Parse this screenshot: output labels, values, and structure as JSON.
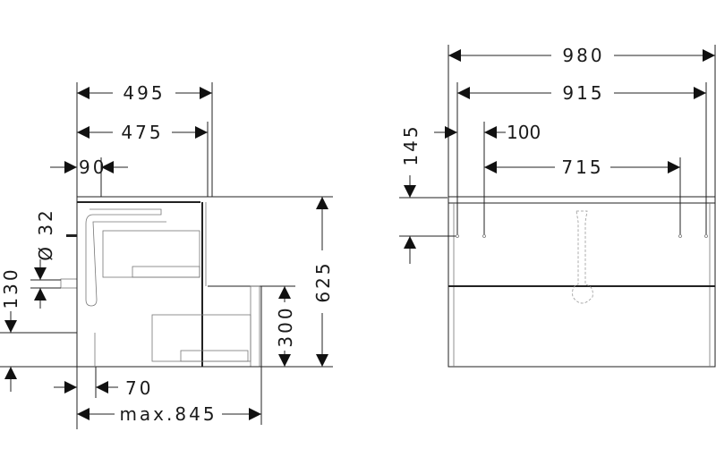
{
  "side_view": {
    "dims": {
      "overall_depth": "495",
      "body_depth": "475",
      "wall_offset": "90",
      "drain_diameter": "Ø 32",
      "drain_height_offset": "130",
      "height": "625",
      "drawer_height": "300",
      "rear_gap": "70",
      "max_depth_open": "max.845"
    }
  },
  "front_view": {
    "dims": {
      "overall_width": "980",
      "body_width": "915",
      "mount_height": "145",
      "hole_offset": "100",
      "hole_spacing": "715"
    }
  }
}
